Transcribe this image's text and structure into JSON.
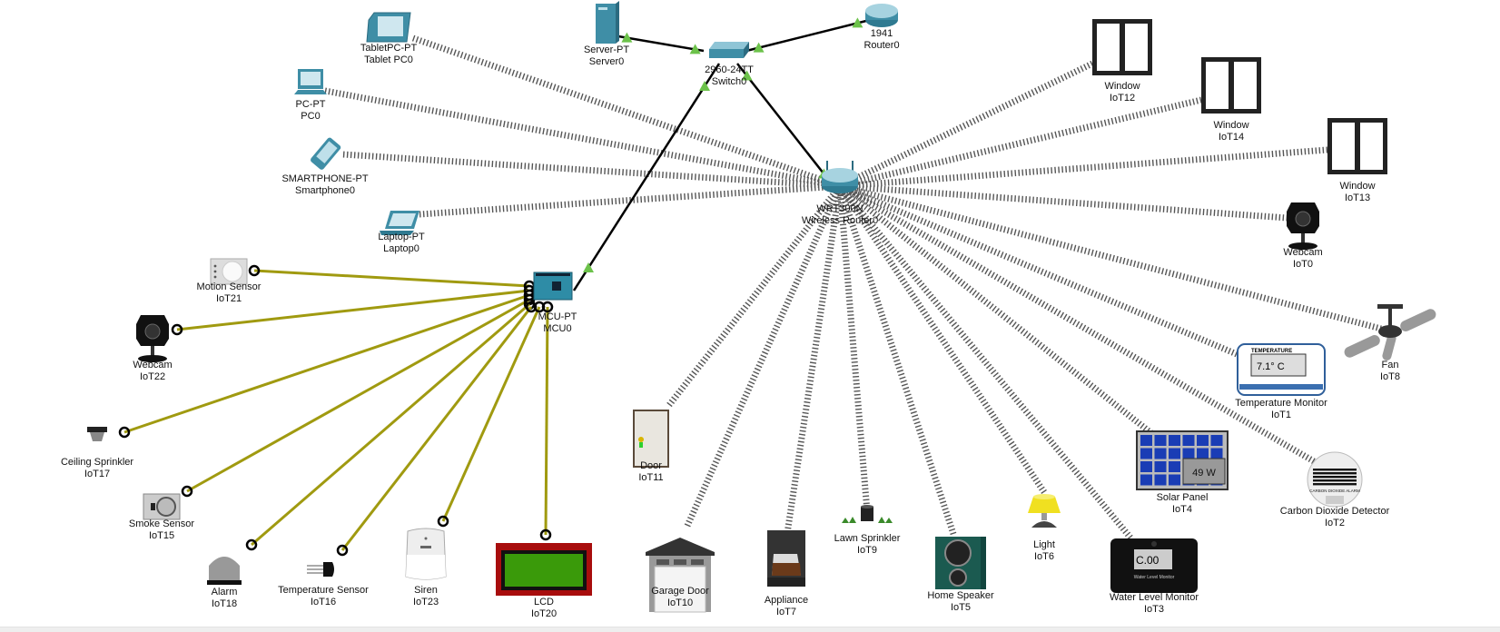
{
  "workspace": {
    "type": "logical-topology",
    "background": "#ffffff"
  },
  "colors": {
    "ethernet_link": "#000000",
    "wireless_link": "#555555",
    "iot_custom_link": "#a09a10",
    "link_up_indicator": "#6cc24a",
    "device_teal": "#3f8ea6"
  },
  "devices": {
    "tablet": {
      "model": "TabletPC-PT",
      "name": "Tablet PC0",
      "icon": "tablet-icon"
    },
    "pc": {
      "model": "PC-PT",
      "name": "PC0",
      "icon": "desktop-pc-icon"
    },
    "smartphone": {
      "model": "SMARTPHONE-PT",
      "name": "Smartphone0",
      "icon": "smartphone-icon"
    },
    "laptop": {
      "model": "Laptop-PT",
      "name": "Laptop0",
      "icon": "laptop-icon"
    },
    "server": {
      "model": "Server-PT",
      "name": "Server0",
      "icon": "server-icon"
    },
    "switch": {
      "model": "2960-24TT",
      "name": "Switch0",
      "icon": "switch-icon"
    },
    "router": {
      "model": "1941",
      "name": "Router0",
      "icon": "router-icon"
    },
    "wrouter": {
      "model": "WRT300N",
      "name": "Wireless Router0",
      "icon": "wireless-router-icon"
    },
    "mcu": {
      "model": "MCU-PT",
      "name": "MCU0",
      "icon": "mcu-board-icon"
    },
    "iot12": {
      "model": "Window",
      "name": "IoT12",
      "icon": "window-icon"
    },
    "iot14": {
      "model": "Window",
      "name": "IoT14",
      "icon": "window-icon"
    },
    "iot13": {
      "model": "Window",
      "name": "IoT13",
      "icon": "window-icon"
    },
    "iot0": {
      "model": "Webcam",
      "name": "IoT0",
      "icon": "webcam-icon"
    },
    "iot8": {
      "model": "Fan",
      "name": "IoT8",
      "icon": "ceiling-fan-icon"
    },
    "iot1": {
      "model": "Temperature Monitor",
      "name": "IoT1",
      "icon": "temperature-monitor-icon",
      "display": "7.1° C",
      "header": "TEMPERATURE"
    },
    "iot2": {
      "model": "Carbon Dioxide Detector",
      "name": "IoT2",
      "icon": "co2-detector-icon",
      "badge": "CARBON DIOXIDE ALARM"
    },
    "iot4": {
      "model": "Solar Panel",
      "name": "IoT4",
      "icon": "solar-panel-icon",
      "display": "49 W"
    },
    "iot3": {
      "model": "Water Level Monitor",
      "name": "IoT3",
      "icon": "water-level-monitor-icon",
      "display": "C.00",
      "caption": "Water Level Monitor"
    },
    "iot6": {
      "model": "Light",
      "name": "IoT6",
      "icon": "lamp-icon"
    },
    "iot5": {
      "model": "Home Speaker",
      "name": "IoT5",
      "icon": "speaker-icon"
    },
    "iot9": {
      "model": "Lawn Sprinkler",
      "name": "IoT9",
      "icon": "lawn-sprinkler-icon"
    },
    "iot7": {
      "model": "Appliance",
      "name": "IoT7",
      "icon": "coffee-maker-icon"
    },
    "iot10": {
      "model": "Garage Door",
      "name": "IoT10",
      "icon": "garage-door-icon"
    },
    "iot11": {
      "model": "Door",
      "name": "IoT11",
      "icon": "door-icon"
    },
    "iot21": {
      "model": "Motion Sensor",
      "name": "IoT21",
      "icon": "motion-sensor-icon"
    },
    "iot22": {
      "model": "Webcam",
      "name": "IoT22",
      "icon": "webcam-icon"
    },
    "iot17": {
      "model": "Ceiling Sprinkler",
      "name": "IoT17",
      "icon": "ceiling-sprinkler-icon"
    },
    "iot15": {
      "model": "Smoke Sensor",
      "name": "IoT15",
      "icon": "smoke-sensor-icon"
    },
    "iot18": {
      "model": "Alarm",
      "name": "IoT18",
      "icon": "alarm-beacon-icon"
    },
    "iot16": {
      "model": "Temperature Sensor",
      "name": "IoT16",
      "icon": "temperature-sensor-icon"
    },
    "iot23": {
      "model": "Siren",
      "name": "IoT23",
      "icon": "siren-icon"
    },
    "iot20": {
      "model": "LCD",
      "name": "IoT20",
      "icon": "lcd-display-icon"
    }
  },
  "links": {
    "ethernet": [
      [
        "server",
        "switch"
      ],
      [
        "router",
        "switch"
      ],
      [
        "switch",
        "wrouter"
      ],
      [
        "switch",
        "mcu"
      ]
    ],
    "wireless": [
      [
        "tablet",
        "wrouter"
      ],
      [
        "pc",
        "wrouter"
      ],
      [
        "smartphone",
        "wrouter"
      ],
      [
        "laptop",
        "wrouter"
      ],
      [
        "iot12",
        "wrouter"
      ],
      [
        "iot14",
        "wrouter"
      ],
      [
        "iot13",
        "wrouter"
      ],
      [
        "iot0",
        "wrouter"
      ],
      [
        "iot8",
        "wrouter"
      ],
      [
        "iot1",
        "wrouter"
      ],
      [
        "iot2",
        "wrouter"
      ],
      [
        "iot4",
        "wrouter"
      ],
      [
        "iot3",
        "wrouter"
      ],
      [
        "iot6",
        "wrouter"
      ],
      [
        "iot5",
        "wrouter"
      ],
      [
        "iot9",
        "wrouter"
      ],
      [
        "iot7",
        "wrouter"
      ],
      [
        "iot10",
        "wrouter"
      ],
      [
        "iot11",
        "wrouter"
      ]
    ],
    "iot_custom": [
      [
        "iot21",
        "mcu"
      ],
      [
        "iot22",
        "mcu"
      ],
      [
        "iot17",
        "mcu"
      ],
      [
        "iot15",
        "mcu"
      ],
      [
        "iot18",
        "mcu"
      ],
      [
        "iot16",
        "mcu"
      ],
      [
        "iot23",
        "mcu"
      ],
      [
        "iot20",
        "mcu"
      ]
    ]
  }
}
